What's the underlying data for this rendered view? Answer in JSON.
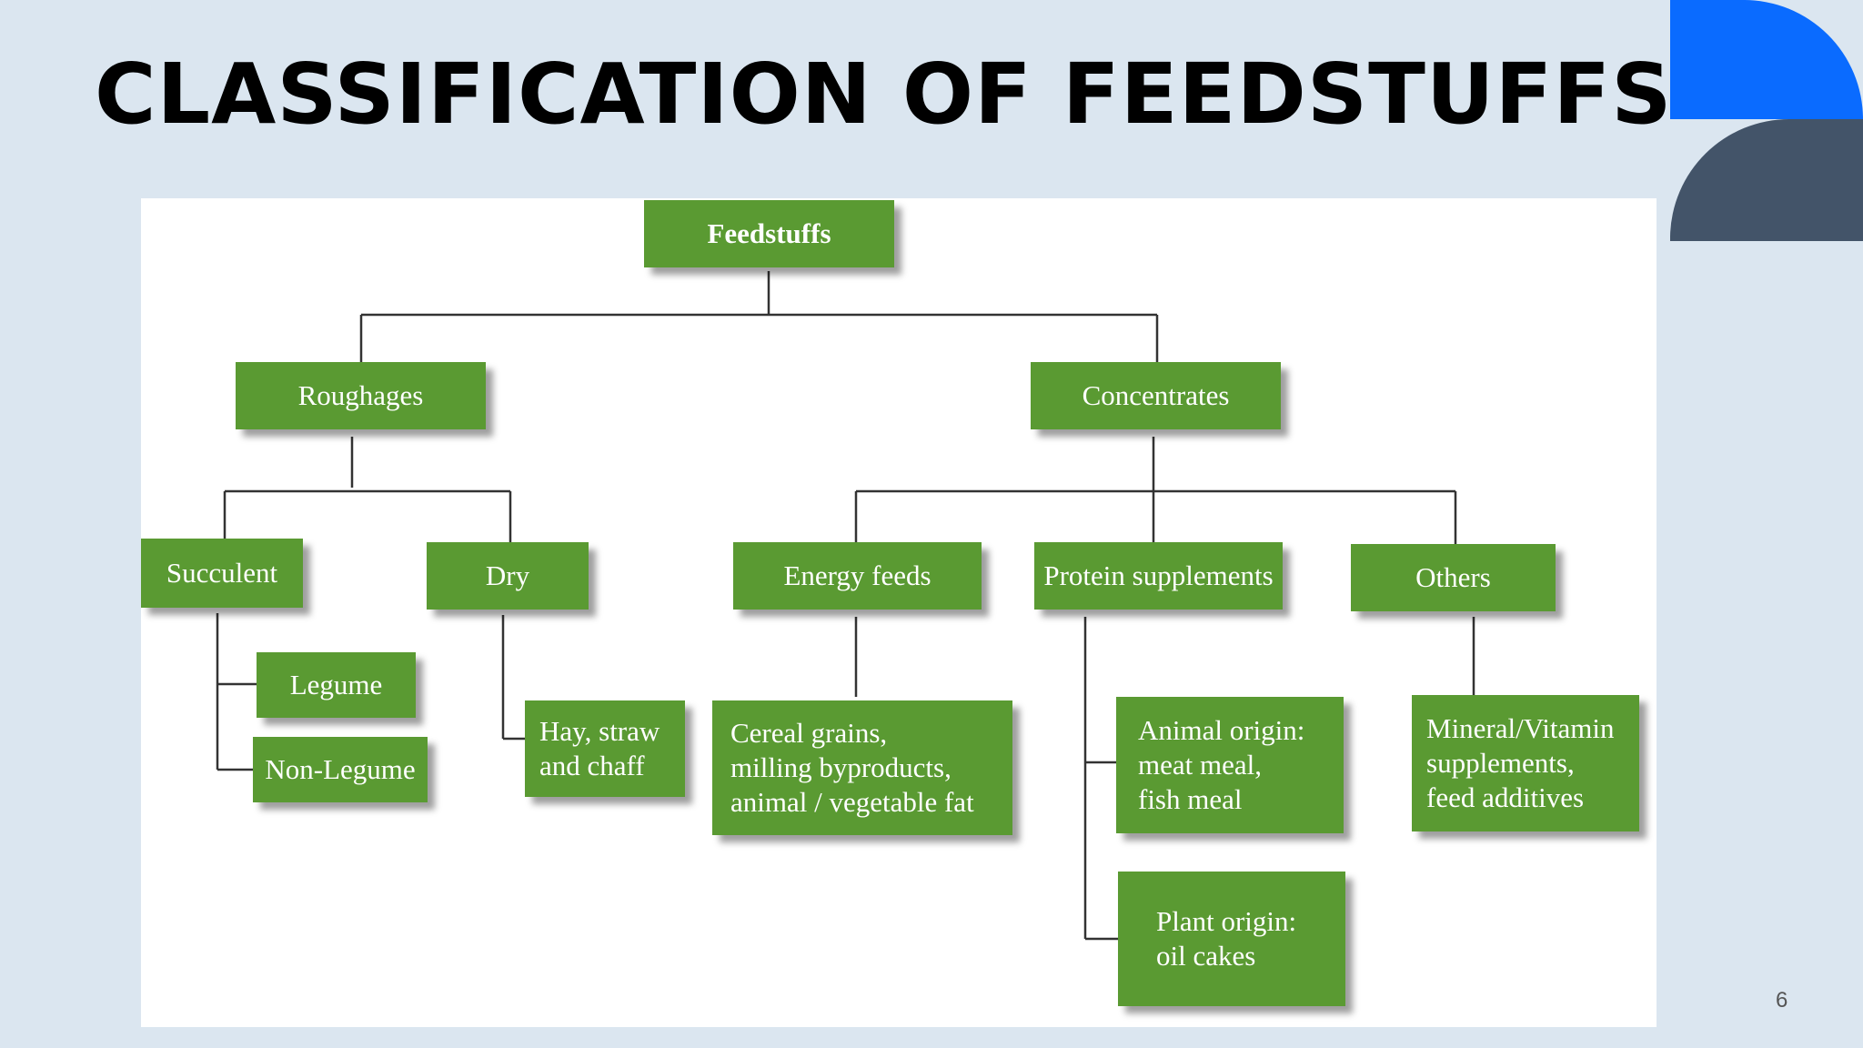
{
  "slide": {
    "title": "CLASSIFICATION OF FEEDSTUFFS",
    "page_number": "6"
  },
  "diagram": {
    "root": "Feedstuffs",
    "roughages": "Roughages",
    "concentrates": "Concentrates",
    "succulent": "Succulent",
    "dry": "Dry",
    "energy_feeds": "Energy feeds",
    "protein_supplements": "Protein supplements",
    "others": "Others",
    "legume": "Legume",
    "non_legume": "Non-Legume",
    "hay": "Hay, straw\nand chaff",
    "cereal": "Cereal grains,\nmilling byproducts,\nanimal / vegetable fat",
    "animal_origin": "Animal origin:\nmeat meal,\nfish meal",
    "plant_origin": "Plant origin:\noil cakes",
    "mineral": "Mineral/Vitamin\nsupplements,\nfeed additives"
  },
  "colors": {
    "background": "#dbe6f0",
    "node_green": "#5a9a32",
    "accent_blue": "#0a6bff",
    "accent_slate": "#435469"
  }
}
